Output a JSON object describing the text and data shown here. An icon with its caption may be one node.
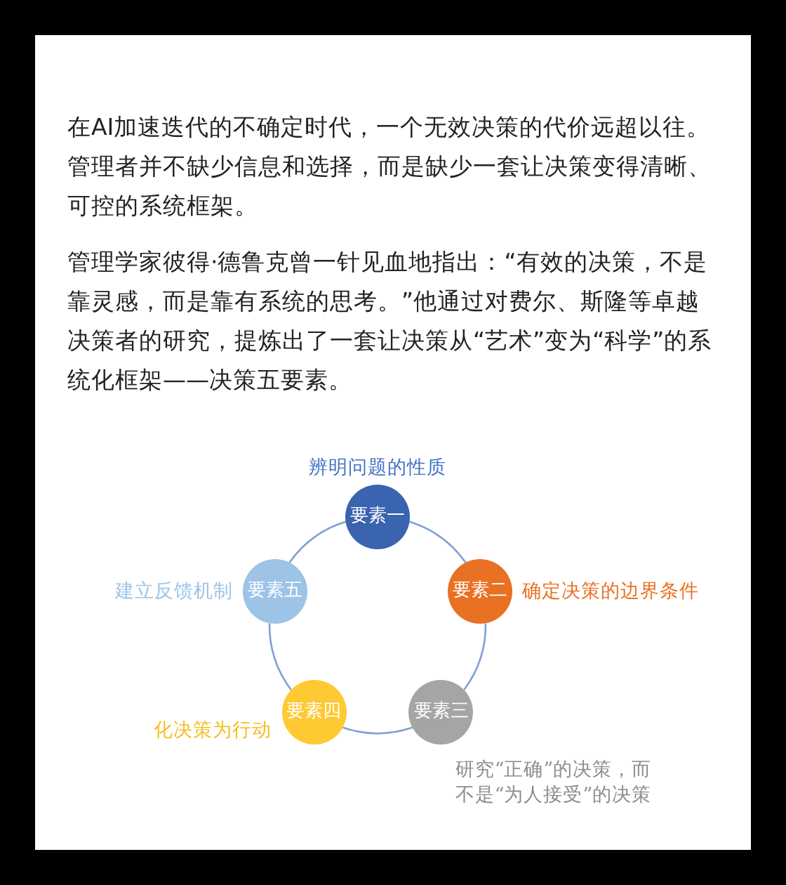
{
  "diagram": {
    "nodes": [
      {
        "text": [
          "要素一"
        ],
        "beside": [
          "辨明问题的性质"
        ]
      },
      {
        "text": [
          "要素二"
        ],
        "beside": [
          "确定决策的边界条件"
        ]
      },
      {
        "text": [
          "要素三"
        ],
        "beside": [
          "研究“正确”的决策，而不是“为人接受”的决策"
        ]
      },
      {
        "text": [
          "要素四"
        ],
        "beside": [
          "化决策为行动"
        ]
      },
      {
        "text": [
          "要素五"
        ],
        "beside": [
          "建立反馈机制"
        ]
      }
    ],
    "edges": [
      {
        "from": 0,
        "to": 1,
        "arrow": "none"
      },
      {
        "from": 1,
        "to": 2,
        "arrow": "none"
      },
      {
        "from": 2,
        "to": 3,
        "arrow": "none"
      },
      {
        "from": 3,
        "to": 4,
        "arrow": "none"
      },
      {
        "from": 4,
        "to": 0,
        "arrow": "none"
      }
    ],
    "labels": [
      "在AI加速迭代的不确定时代，一个无效决策的代价远超以往。管理者并不缺少信息和选择，而是缺少一套让决策变得清晰、可控的系统框架。",
      "管理学家彼得·德鲁克曾一针见血地指出：“有效的决策，不是靠灵感，而是靠有系统的思考。”他通过对费尔、斯隆等卓越决策者的研究，提炼出了一套让决策从“艺术”变为“科学”的系统化框架——决策五要素。"
    ]
  }
}
